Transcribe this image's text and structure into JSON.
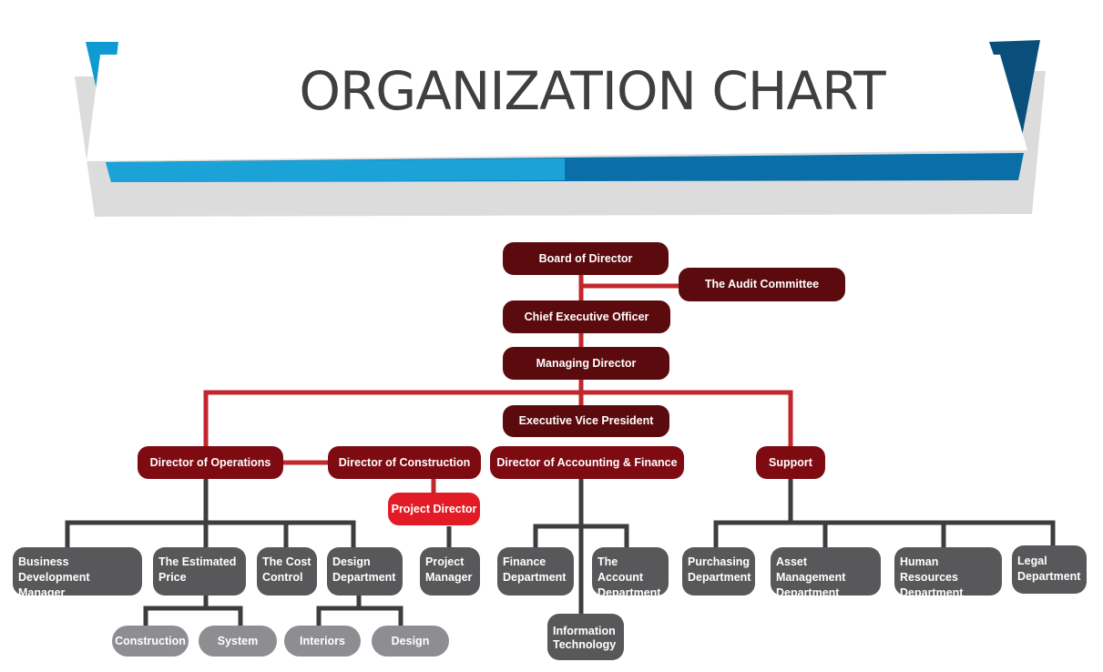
{
  "title": "ORGANIZATION CHART",
  "colors": {
    "board": "#5b0a0e",
    "director": "#7e0b11",
    "project_director": "#e31b26",
    "department": "#58585a",
    "sub_unit": "#8e8e92",
    "connector_red": "#c1272d",
    "connector_dark": "#3d3d3f",
    "banner_light_blue": "#0f9ad2",
    "banner_dark_blue": "#0a4f7c"
  },
  "nodes": {
    "board": "Board of Director",
    "audit": "The Audit Committee",
    "ceo": "Chief Executive Officer",
    "md": "Managing Director",
    "evp": "Executive Vice President",
    "dir_ops": "Director of Operations",
    "dir_con": "Director of Construction",
    "dir_acc": "Director of Accounting & Finance",
    "support": "Support",
    "project_director": "Project Director",
    "bdm": "Business Development\nManager",
    "est_price": "The Estimated\nPrice",
    "cost_control": "The Cost\nControl",
    "design_dept": "Design\nDepartment",
    "project_manager": "Project\nManager",
    "finance": "Finance\nDepartment",
    "account": "The Account\nDepartment",
    "purchasing": "Purchasing\nDepartment",
    "asset": "Asset Management\nDepartment",
    "hr": "Human Resources\nDepartment",
    "legal": "Legal\nDepartment",
    "it": "Information\nTechnology",
    "construction": "Construction",
    "system": "System",
    "interiors": "Interiors",
    "design": "Design"
  }
}
